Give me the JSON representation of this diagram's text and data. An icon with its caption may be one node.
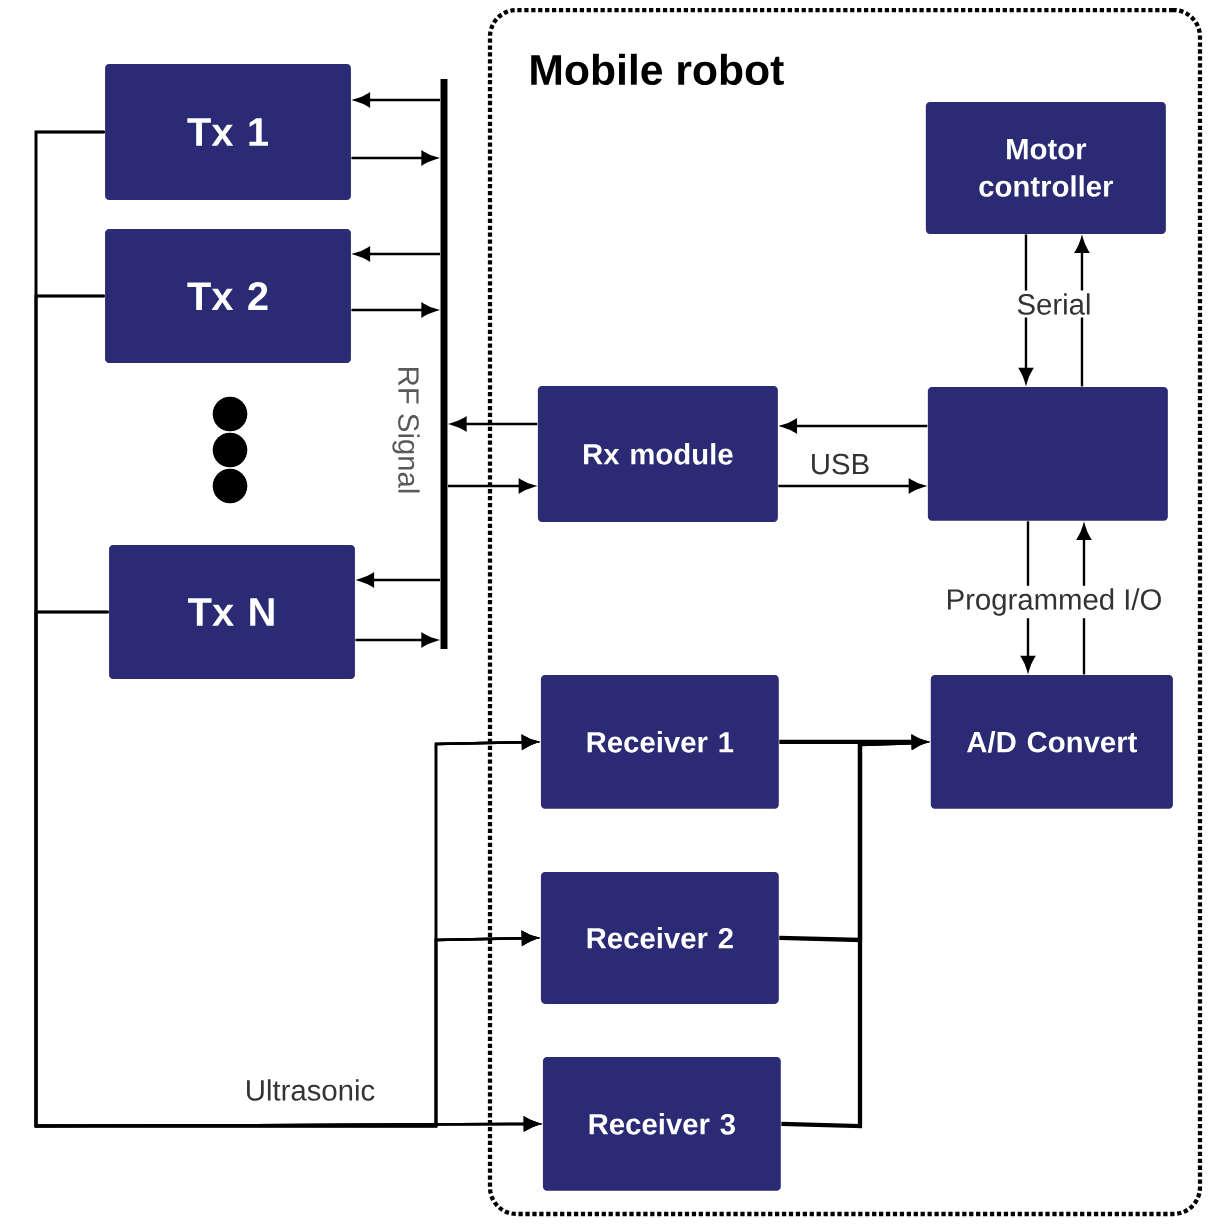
{
  "diagram": {
    "nodes": [
      {
        "text": [
          "Mobile robot"
        ]
      },
      {
        "text": [
          "Tx 1"
        ]
      },
      {
        "text": [
          "Tx 2"
        ]
      },
      {
        "text": [
          "Tx N"
        ]
      },
      {
        "text": [],
        "shape": "bar",
        "beside": [
          "RF Signal"
        ]
      },
      {
        "text": [
          "Motor controller"
        ],
        "in": 0
      },
      {
        "text": [
          "Rx module"
        ],
        "in": 0
      },
      {
        "text": [],
        "shape": "box",
        "in": 0
      },
      {
        "text": [
          "A/D Convert"
        ],
        "in": 0
      },
      {
        "text": [
          "Receiver 1"
        ],
        "in": 0
      },
      {
        "text": [
          "Receiver 2"
        ],
        "in": 0
      },
      {
        "text": [
          "Receiver 3"
        ],
        "in": 0
      }
    ],
    "edges": [
      {
        "from": 4,
        "to": 1,
        "arrow": "to"
      },
      {
        "from": 1,
        "to": 4,
        "arrow": "to"
      },
      {
        "from": 4,
        "to": 2,
        "arrow": "to"
      },
      {
        "from": 2,
        "to": 4,
        "arrow": "to"
      },
      {
        "from": 4,
        "to": 3,
        "arrow": "to"
      },
      {
        "from": 3,
        "to": 4,
        "arrow": "to"
      },
      {
        "from": 6,
        "to": 4,
        "arrow": "to"
      },
      {
        "from": 4,
        "to": 6,
        "arrow": "to"
      },
      {
        "from": 7,
        "to": 6,
        "arrow": "to"
      },
      {
        "from": 6,
        "to": 7,
        "arrow": "to",
        "label": "USB"
      },
      {
        "from": 5,
        "to": 7,
        "arrow": "to"
      },
      {
        "from": 7,
        "to": 5,
        "arrow": "to",
        "label": "Serial"
      },
      {
        "from": 7,
        "to": 8,
        "arrow": "to"
      },
      {
        "from": 8,
        "to": 7,
        "arrow": "to",
        "label": "Programmed I/O"
      },
      {
        "from": 9,
        "to": 8,
        "arrow": "to"
      },
      {
        "from": 10,
        "to": 8,
        "arrow": "to"
      },
      {
        "from": 11,
        "to": 8,
        "arrow": "to"
      },
      {
        "from": 1,
        "to": 9,
        "arrow": "to"
      },
      {
        "from": 1,
        "to": 10,
        "arrow": "to"
      },
      {
        "from": 1,
        "to": 11,
        "arrow": "to",
        "label": "Ultrasonic"
      },
      {
        "from": 2,
        "to": 9,
        "arrow": "to"
      },
      {
        "from": 2,
        "to": 10,
        "arrow": "to"
      },
      {
        "from": 2,
        "to": 11,
        "arrow": "to"
      },
      {
        "from": 3,
        "to": 9,
        "arrow": "to"
      },
      {
        "from": 3,
        "to": 10,
        "arrow": "to"
      },
      {
        "from": 3,
        "to": 11,
        "arrow": "to"
      }
    ]
  }
}
